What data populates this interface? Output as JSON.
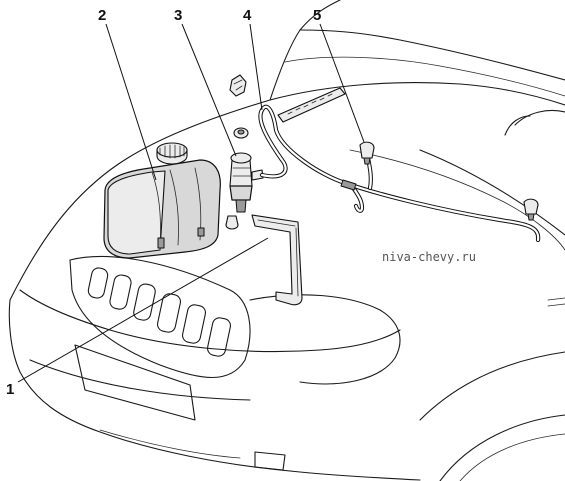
{
  "callouts": {
    "c1": "1",
    "c2": "2",
    "c3": "3",
    "c4": "4",
    "c5": "5"
  },
  "watermark": "niva-chevy.ru"
}
